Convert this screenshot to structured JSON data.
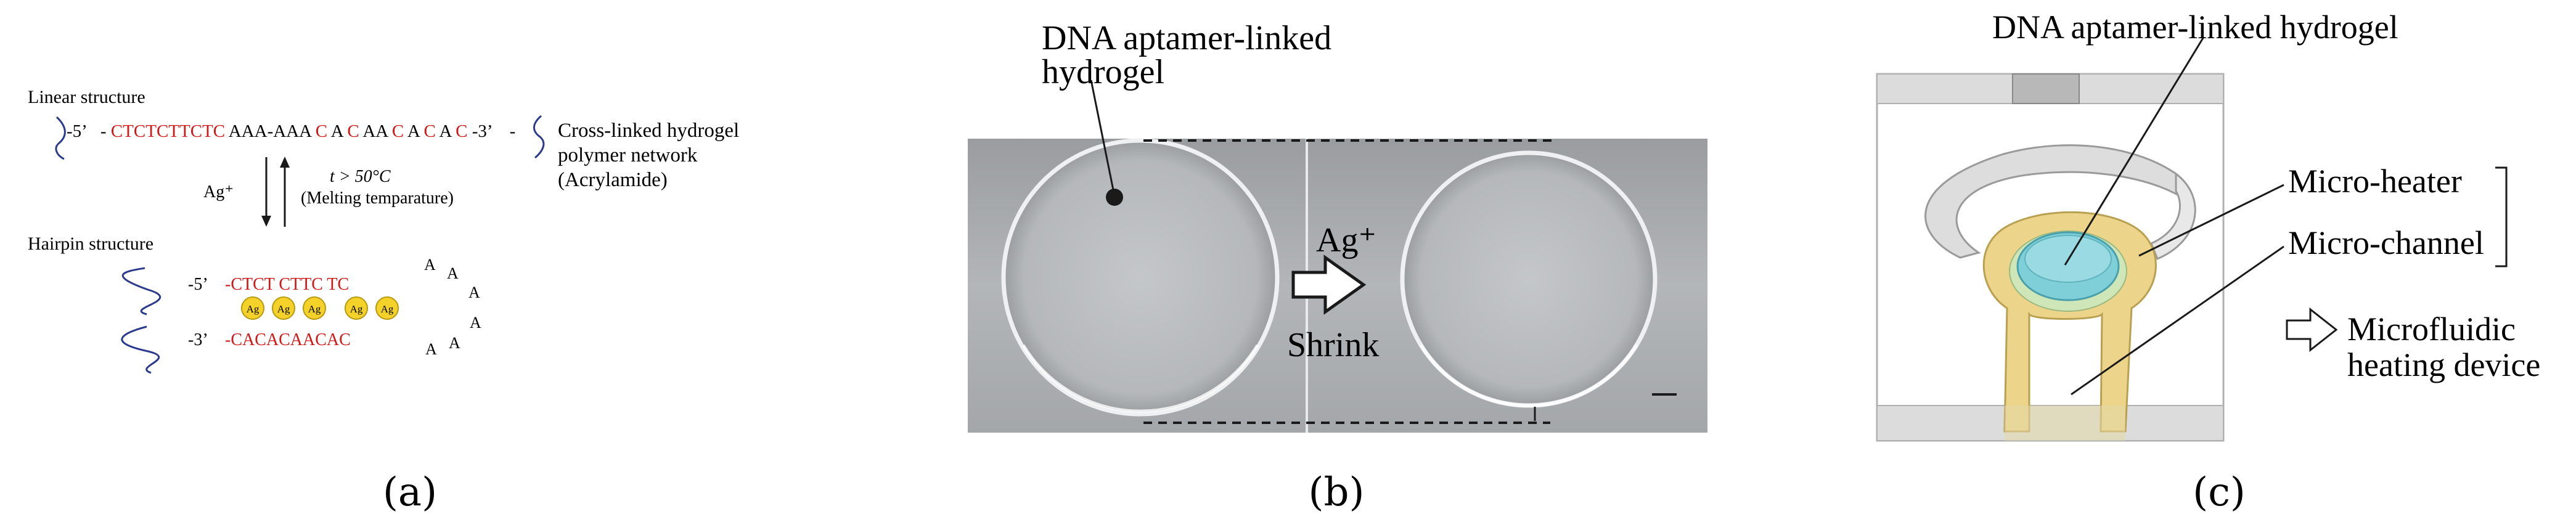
{
  "panel_a": {
    "caption": "(a)",
    "linear_label": "Linear structure",
    "seq_5prime": "-5’",
    "seq_part1": "-",
    "seq_r1": "CTCTCTTCTC",
    "seq_k1": "AAA-AAA",
    "seq_r2": "C",
    "seq_k2": "A",
    "seq_r3": "C",
    "seq_k3": "AA",
    "seq_r4": "C",
    "seq_k4": "A",
    "seq_r5": "C",
    "seq_k5": "A",
    "seq_r6": "C",
    "seq_k6": "-3’",
    "seq_dash_end": "-",
    "crosslink_line1": "Cross-linked hydrogel",
    "crosslink_line2": "polymer network",
    "crosslink_line3": "(Acrylamide)",
    "ag_plus": "Ag⁺",
    "temp_label": "t > 50°C",
    "melting_label": "(Melting temparature)",
    "hairpin_label": "Hairpin structure",
    "hp_top_5": "-5’",
    "hp_top_seq": "-CTCT CTTC TC",
    "hp_bot_3": "-3’",
    "hp_bot_seq": "-CACACAACAC",
    "ag_ion": "Ag",
    "loop_a": "A"
  },
  "panel_b": {
    "caption": "(b)",
    "title_line1": "DNA aptamer-linked",
    "title_line2": "hydrogel",
    "ag_label": "Ag⁺",
    "shrink_label": "Shrink"
  },
  "panel_c": {
    "caption": "(c)",
    "title": "DNA aptamer-linked hydrogel",
    "micro_heater": "Micro-heater",
    "micro_channel": "Micro-channel",
    "device_line1": "Microfluidic",
    "device_line2": "heating device"
  },
  "colors": {
    "red_base": "#d01818",
    "strand_blue": "#2a3a8c",
    "ag_yellow": "#f5d22a",
    "heater_gold": "#ecd58a",
    "gel_cyan": "#7fcfd8",
    "device_gray": "#d8d8d8"
  }
}
